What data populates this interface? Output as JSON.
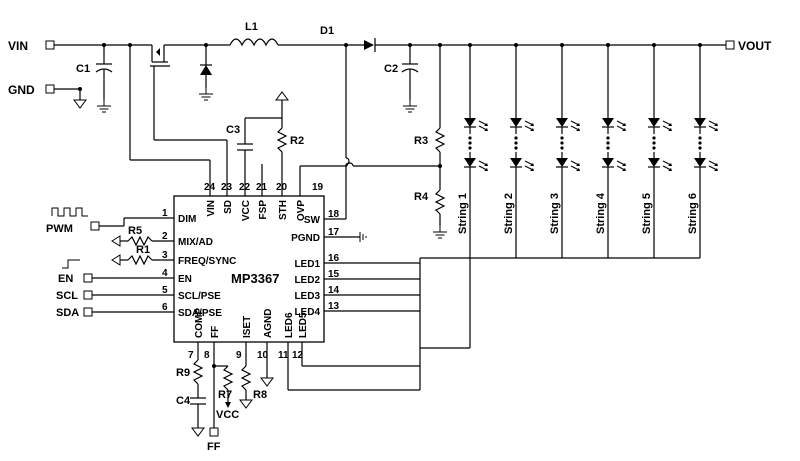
{
  "ports": {
    "vin": "VIN",
    "gnd": "GND",
    "vout": "VOUT",
    "pwm": "PWM",
    "en": "EN",
    "scl": "SCL",
    "sda": "SDA",
    "ff": "FF",
    "vcc": "VCC"
  },
  "components": {
    "l1": "L1",
    "d1": "D1",
    "c1": "C1",
    "c2": "C2",
    "c3": "C3",
    "c4": "C4",
    "r1": "R1",
    "r2": "R2",
    "r3": "R3",
    "r4": "R4",
    "r5": "R5",
    "r7": "R7",
    "r8": "R8",
    "r9": "R9"
  },
  "ic": {
    "name": "MP3367",
    "left_pins": [
      {
        "num": "1",
        "name": "DIM"
      },
      {
        "num": "2",
        "name": "MIX/AD"
      },
      {
        "num": "3",
        "name": "FREQ/SYNC"
      },
      {
        "num": "4",
        "name": "EN"
      },
      {
        "num": "5",
        "name": "SCL/PSE"
      },
      {
        "num": "6",
        "name": "SDA/PSE"
      }
    ],
    "top_pins": [
      {
        "num": "24",
        "name": "VIN"
      },
      {
        "num": "23",
        "name": "SD"
      },
      {
        "num": "22",
        "name": "VCC"
      },
      {
        "num": "21",
        "name": "FSP"
      },
      {
        "num": "20",
        "name": "STH"
      },
      {
        "num": "19",
        "name": "OVP"
      }
    ],
    "right_pins": [
      {
        "num": "18",
        "name": "SW"
      },
      {
        "num": "17",
        "name": "PGND"
      },
      {
        "num": "16",
        "name": "LED1"
      },
      {
        "num": "15",
        "name": "LED2"
      },
      {
        "num": "14",
        "name": "LED3"
      },
      {
        "num": "13",
        "name": "LED4"
      }
    ],
    "bottom_pins": [
      {
        "num": "7",
        "name": "COMP"
      },
      {
        "num": "8",
        "name": "FF"
      },
      {
        "num": "9",
        "name": "ISET"
      },
      {
        "num": "10",
        "name": "AGND"
      },
      {
        "num": "11",
        "name": "LED6"
      },
      {
        "num": "12",
        "name": "LED5"
      }
    ]
  },
  "strings": [
    "String 1",
    "String 2",
    "String 3",
    "String 4",
    "String 5",
    "String 6"
  ]
}
